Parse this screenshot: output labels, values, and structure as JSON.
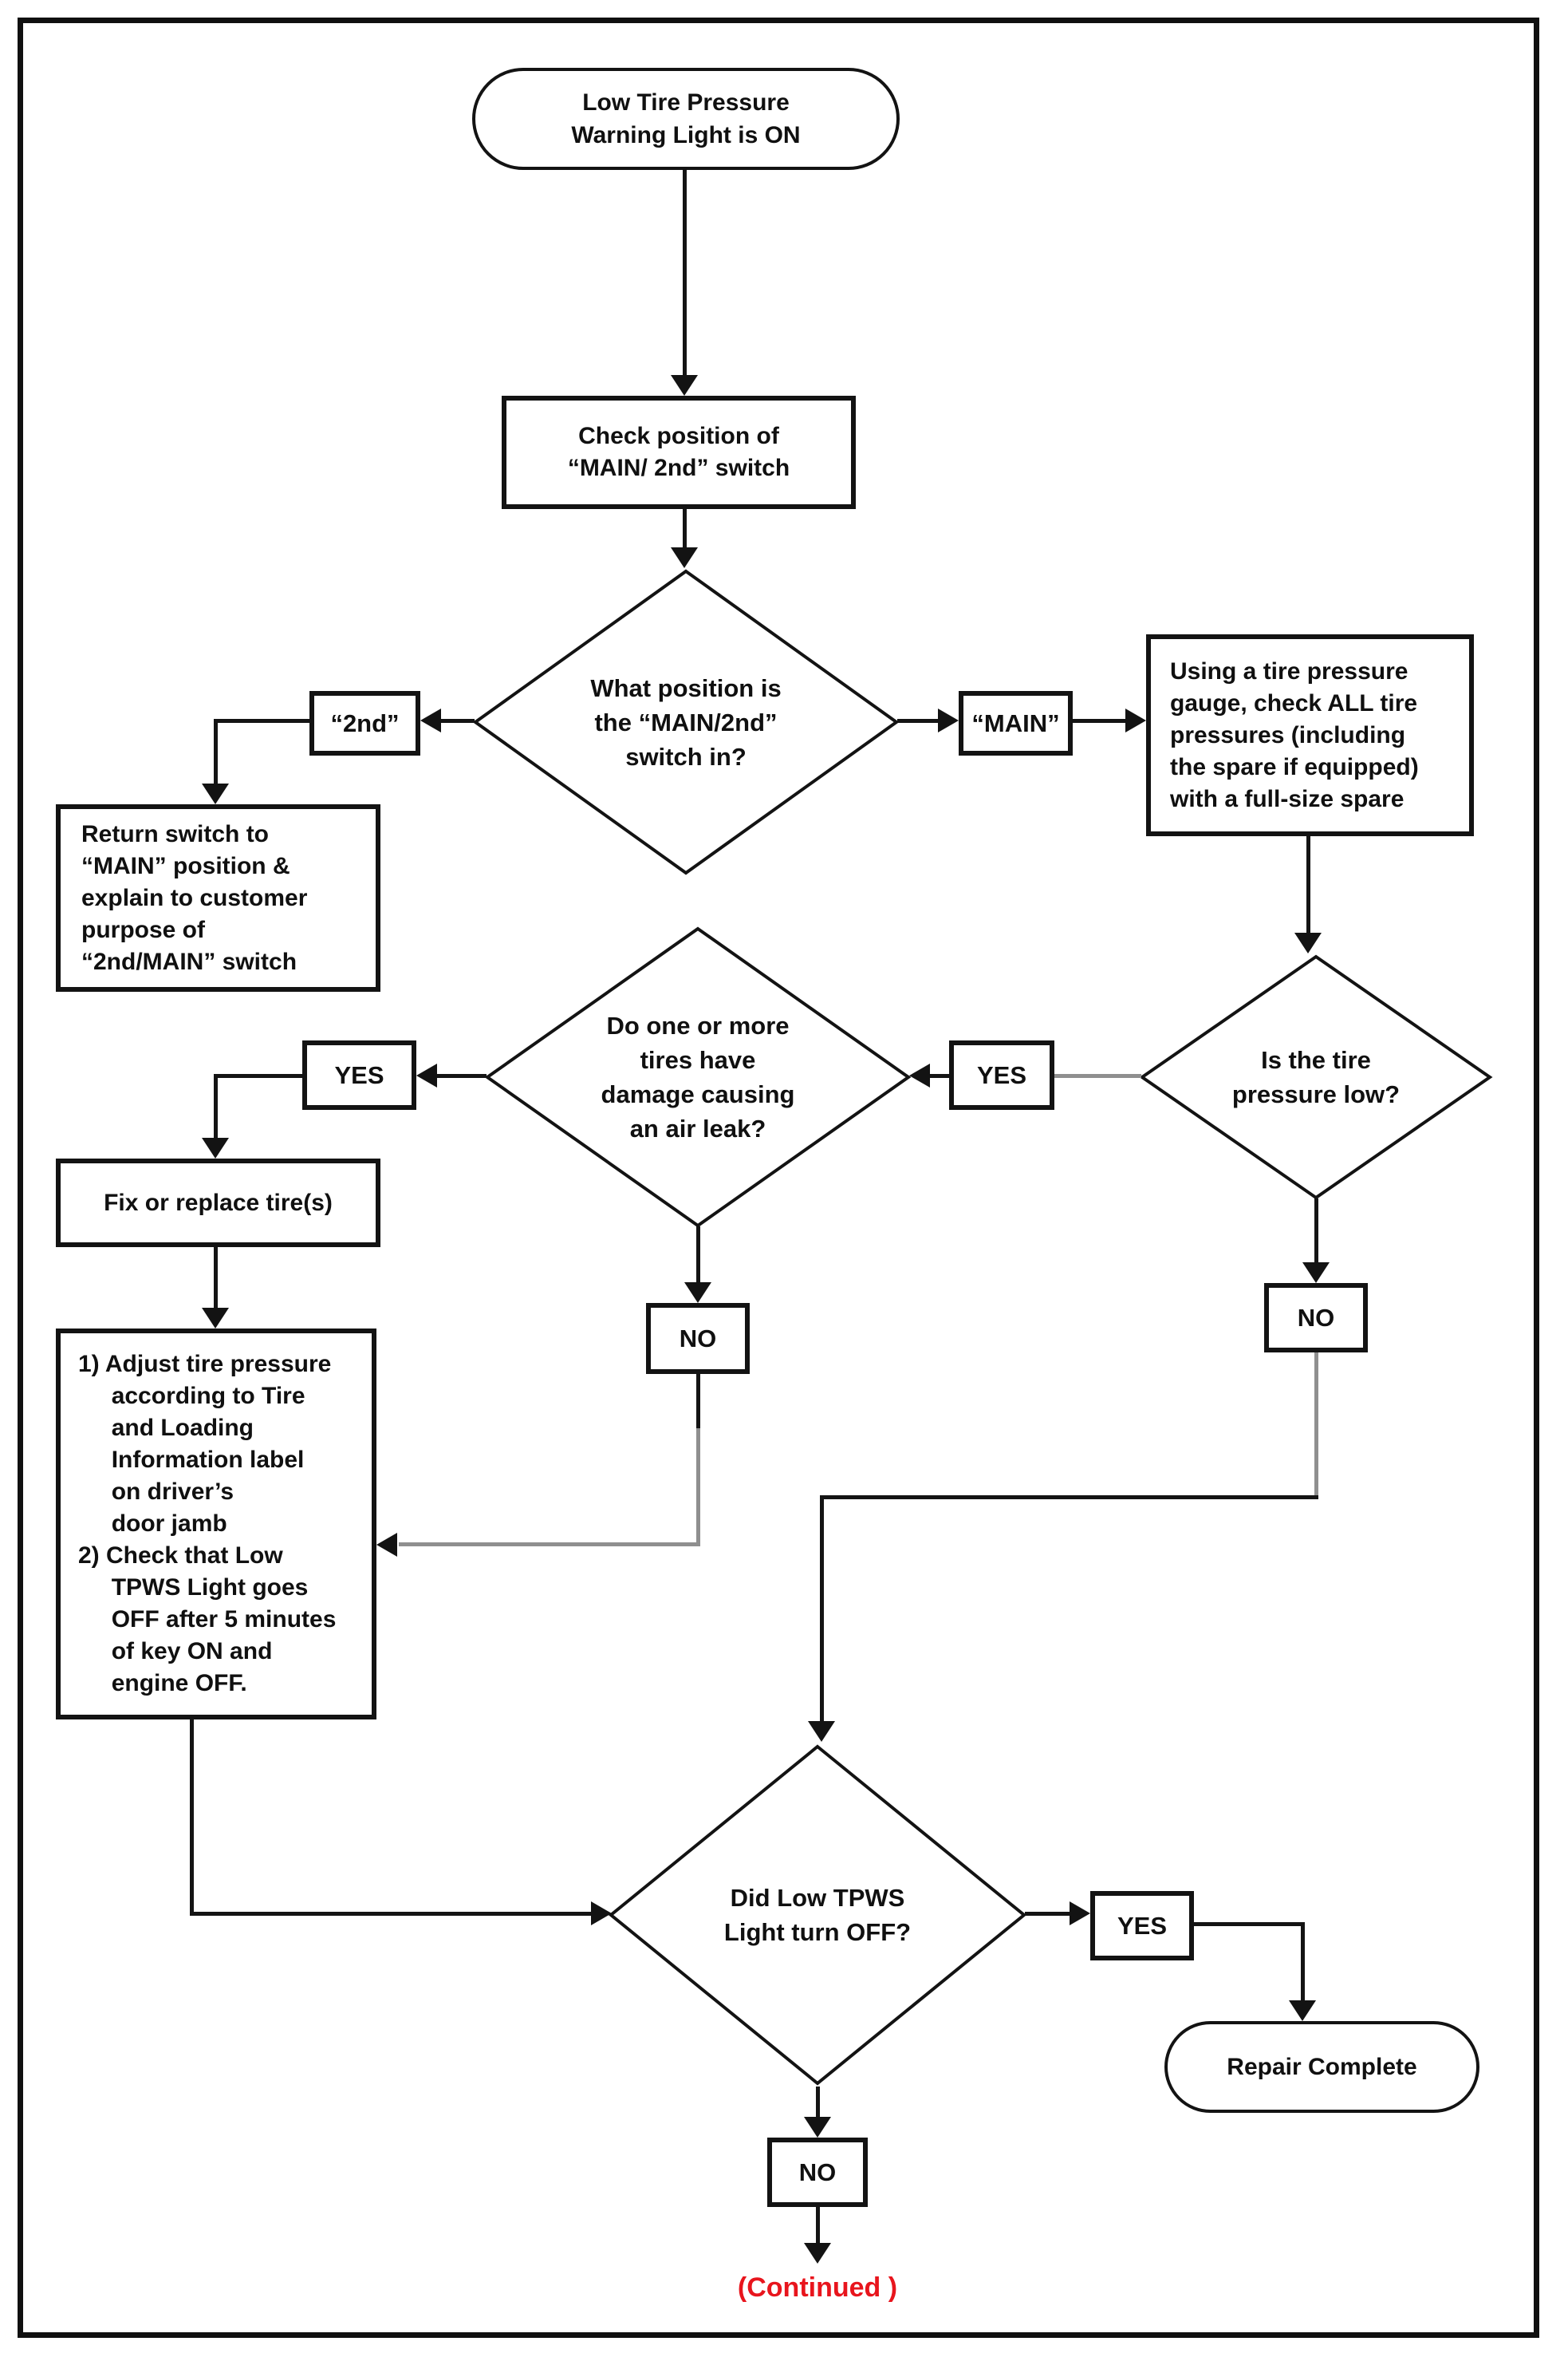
{
  "colors": {
    "ink": "#131313",
    "gray_line": "#8f8f8f",
    "continued_red": "#e8151d",
    "background": "#ffffff"
  },
  "nodes": {
    "start": "Low Tire Pressure\nWarning Light is ON",
    "check_switch": "Check position of\n“MAIN/ 2nd” switch",
    "switch_position_q": "What position is\nthe “MAIN/2nd”\nswitch in?",
    "branch_2nd": "“2nd”",
    "branch_main": "“MAIN”",
    "return_switch": "Return switch to\n“MAIN” position &\nexplain to customer\npurpose of\n“2nd/MAIN” switch",
    "gauge_check": "Using a tire pressure\ngauge, check ALL tire\npressures (including\nthe spare if equipped)\nwith a full-size spare",
    "damage_q": "Do one or more\ntires have\ndamage causing\nan air leak?",
    "pressure_low_q": "Is the tire\npressure low?",
    "fix_tires": "Fix or replace tire(s)",
    "adjust_steps": "1) Adjust tire pressure\n     according to Tire\n     and Loading\n     Information label\n     on driver’s\n     door jamb\n2) Check that Low\n     TPWS Light goes\n     OFF after 5 minutes\n     of key ON and\n     engine OFF.",
    "tpws_off_q": "Did Low TPWS\nLight turn OFF?",
    "repair_complete": "Repair Complete",
    "yes_label": "YES",
    "no_label": "NO",
    "continued": "(Continued )"
  }
}
